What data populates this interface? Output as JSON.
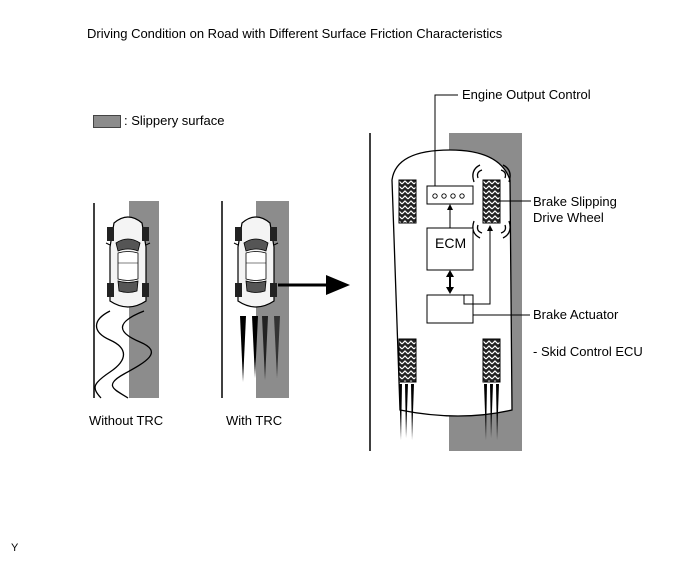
{
  "title": "Driving Condition on Road with Different Surface Friction Characteristics",
  "legend": {
    "label": ": Slippery surface",
    "swatch_color": "#8c8c8c"
  },
  "panels": {
    "without": {
      "caption": "Without TRC"
    },
    "with": {
      "caption": "With TRC"
    }
  },
  "detail": {
    "engine_output_control": "Engine Output Control",
    "ecm": "ECM",
    "brake_slipping_line1": "Brake Slipping",
    "brake_slipping_line2": "Drive Wheel",
    "brake_actuator": "Brake Actuator",
    "skid_control_ecu": "- Skid Control ECU"
  },
  "figure_id": "Y"
}
